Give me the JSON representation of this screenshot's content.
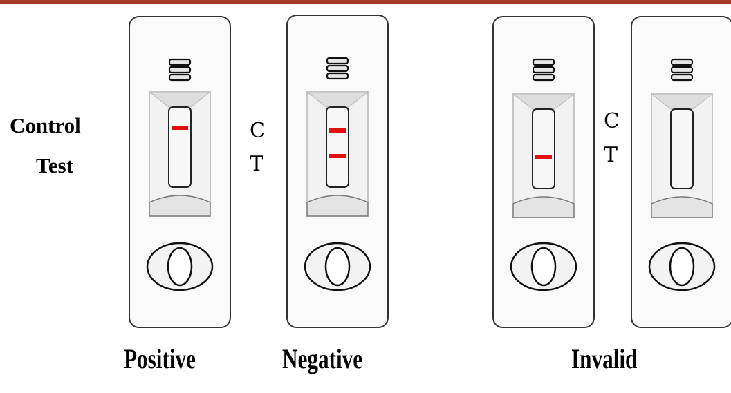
{
  "line_color": "#e01010",
  "header_bar_color": "#a63a2a",
  "legend": {
    "control": "Control",
    "test": "Test"
  },
  "ct_markers": [
    {
      "c": "C",
      "t": "T"
    },
    {
      "c": "C",
      "t": "T"
    }
  ],
  "cassettes": [
    {
      "id": "positive-1",
      "control_line": true,
      "test_line": false
    },
    {
      "id": "negative",
      "control_line": true,
      "test_line": true
    },
    {
      "id": "invalid-1",
      "control_line": false,
      "test_line": true
    },
    {
      "id": "invalid-2",
      "control_line": false,
      "test_line": false
    }
  ],
  "results": {
    "positive": "Positive",
    "negative": "Negative",
    "invalid": "Invalid"
  }
}
